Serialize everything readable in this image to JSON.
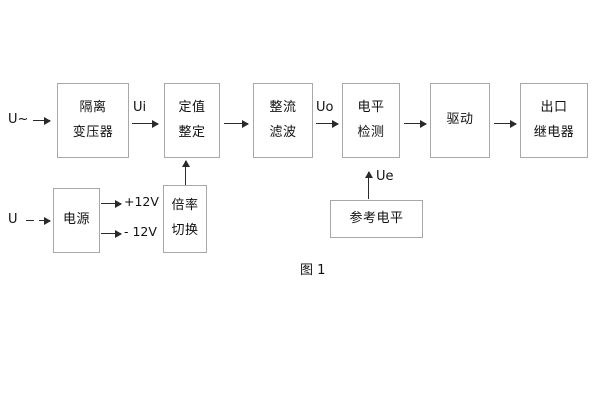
{
  "figure": {
    "caption": "图 1",
    "accent_color": "#a8a8a8",
    "line_color": "#2a2a2a",
    "text_color": "#111111",
    "background": "#ffffff"
  },
  "blocks": {
    "isolation_transformer": {
      "line1": "隔离",
      "line2": "变压器"
    },
    "setting_value": {
      "line1": "定值",
      "line2": "整定"
    },
    "rectify_filter": {
      "line1": "整流",
      "line2": "滤波"
    },
    "level_detect": {
      "line1": "电平",
      "line2": "检测"
    },
    "drive": {
      "line1": "驱动"
    },
    "output_relay": {
      "line1": "出口",
      "line2": "继电器"
    },
    "power_supply": {
      "line1": "电源"
    },
    "multiplier_switch": {
      "line1": "倍率",
      "line2": "切换"
    },
    "reference_level": {
      "line1": "参考电平"
    }
  },
  "labels": {
    "input_ac": "U~",
    "input_dc": "U",
    "ui": "Ui",
    "uo": "Uo",
    "ue": "Ue",
    "rail_positive": "+12V",
    "rail_negative": "- 12V"
  }
}
